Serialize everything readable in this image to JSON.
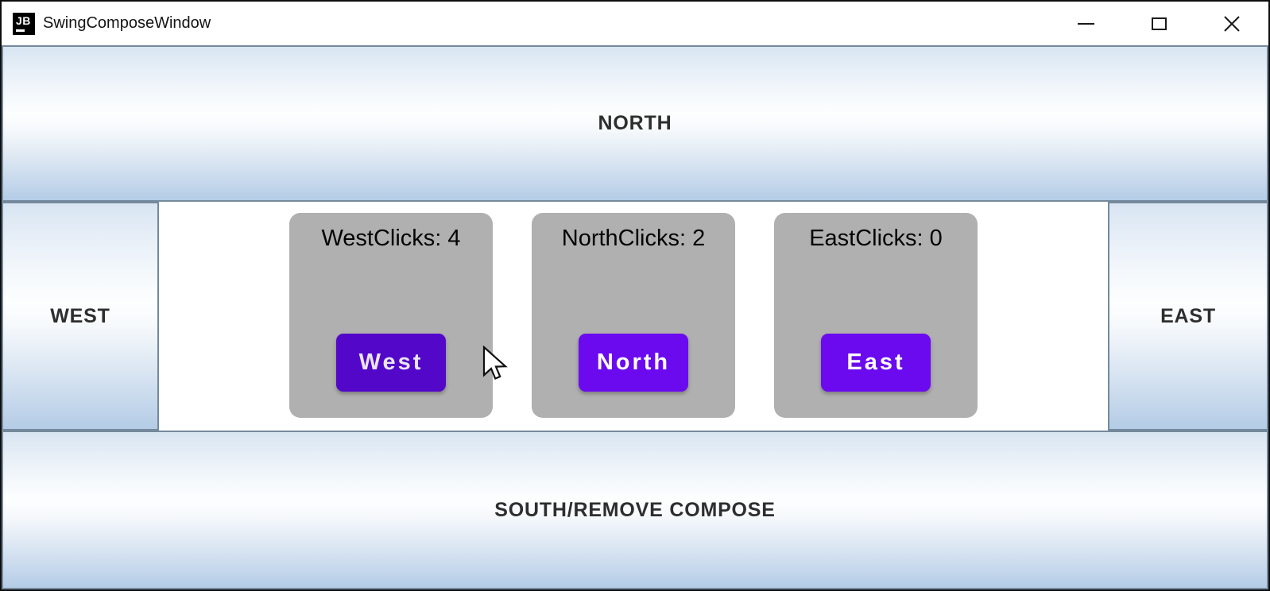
{
  "window": {
    "title": "SwingComposeWindow",
    "app_icon_text": "JB"
  },
  "icons": {
    "app": "jetbrains-jb-icon",
    "minimize": "minimize-icon",
    "maximize": "maximize-icon",
    "close": "close-icon",
    "cursor": "arrow-cursor-icon"
  },
  "border_buttons": {
    "north": "NORTH",
    "west": "WEST",
    "east": "EAST",
    "south": "SOUTH/REMOVE COMPOSE"
  },
  "cards": [
    {
      "id": "west",
      "counter_text": "WestClicks: 4",
      "button_label": "West",
      "button_color": "#5307c9",
      "button_text_color": "#e9e5f2"
    },
    {
      "id": "north",
      "counter_text": "NorthClicks: 2",
      "button_label": "North",
      "button_color": "#6b0aef",
      "button_text_color": "#ffffff"
    },
    {
      "id": "east",
      "counter_text": "EastClicks: 0",
      "button_label": "East",
      "button_color": "#6b0aef",
      "button_text_color": "#ffffff"
    }
  ],
  "colors": {
    "card_background": "#b0b0b0",
    "accent_purple": "#6b0aef",
    "pressed_purple": "#5307c9",
    "swing_gradient_top": "#d8e5f2",
    "swing_gradient_bottom": "#b4cce6",
    "swing_border": "#75899c",
    "label_text": "#2e2e2e"
  }
}
